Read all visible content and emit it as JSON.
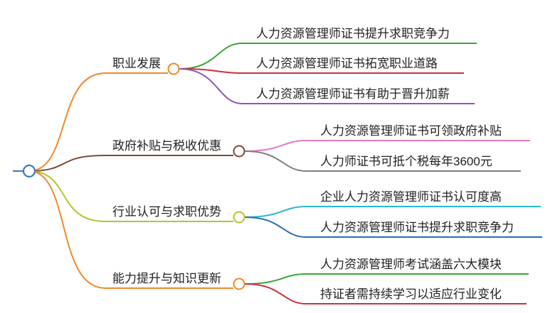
{
  "root": {
    "label": "",
    "color": "#3b7bbf"
  },
  "branches": [
    {
      "label": "职业发展",
      "color": "#f0892a",
      "children": [
        {
          "label": "人力资源管理师证书提升求职竞争力",
          "color": "#3aa63a"
        },
        {
          "label": "人力资源管理师证书拓宽职业道路",
          "color": "#c8323c"
        },
        {
          "label": "人力资源管理师证书有助于晋升加薪",
          "color": "#8e56b8"
        }
      ]
    },
    {
      "label": "政府补贴与税收优惠",
      "color": "#7a4b3a",
      "children": [
        {
          "label": "人力资源管理师证书可领政府补贴",
          "color": "#e07ac8"
        },
        {
          "label": "人力师证书可抵个税每年3600元",
          "color": "#7f7f7f"
        }
      ]
    },
    {
      "label": "行业认可与求职优势",
      "color": "#b5c32a",
      "children": [
        {
          "label": "企业人力资源管理师证书认可度高",
          "color": "#2bb8cf"
        },
        {
          "label": "人力资源管理师证书提升求职竞争力",
          "color": "#2a6fb0"
        }
      ]
    },
    {
      "label": "能力提升与知识更新",
      "color": "#f0892a",
      "children": [
        {
          "label": "人力资源管理师考试涵盖六大模块",
          "color": "#3aa63a"
        },
        {
          "label": "持证者需持续学习以适应行业变化",
          "color": "#c8323c"
        }
      ]
    }
  ]
}
